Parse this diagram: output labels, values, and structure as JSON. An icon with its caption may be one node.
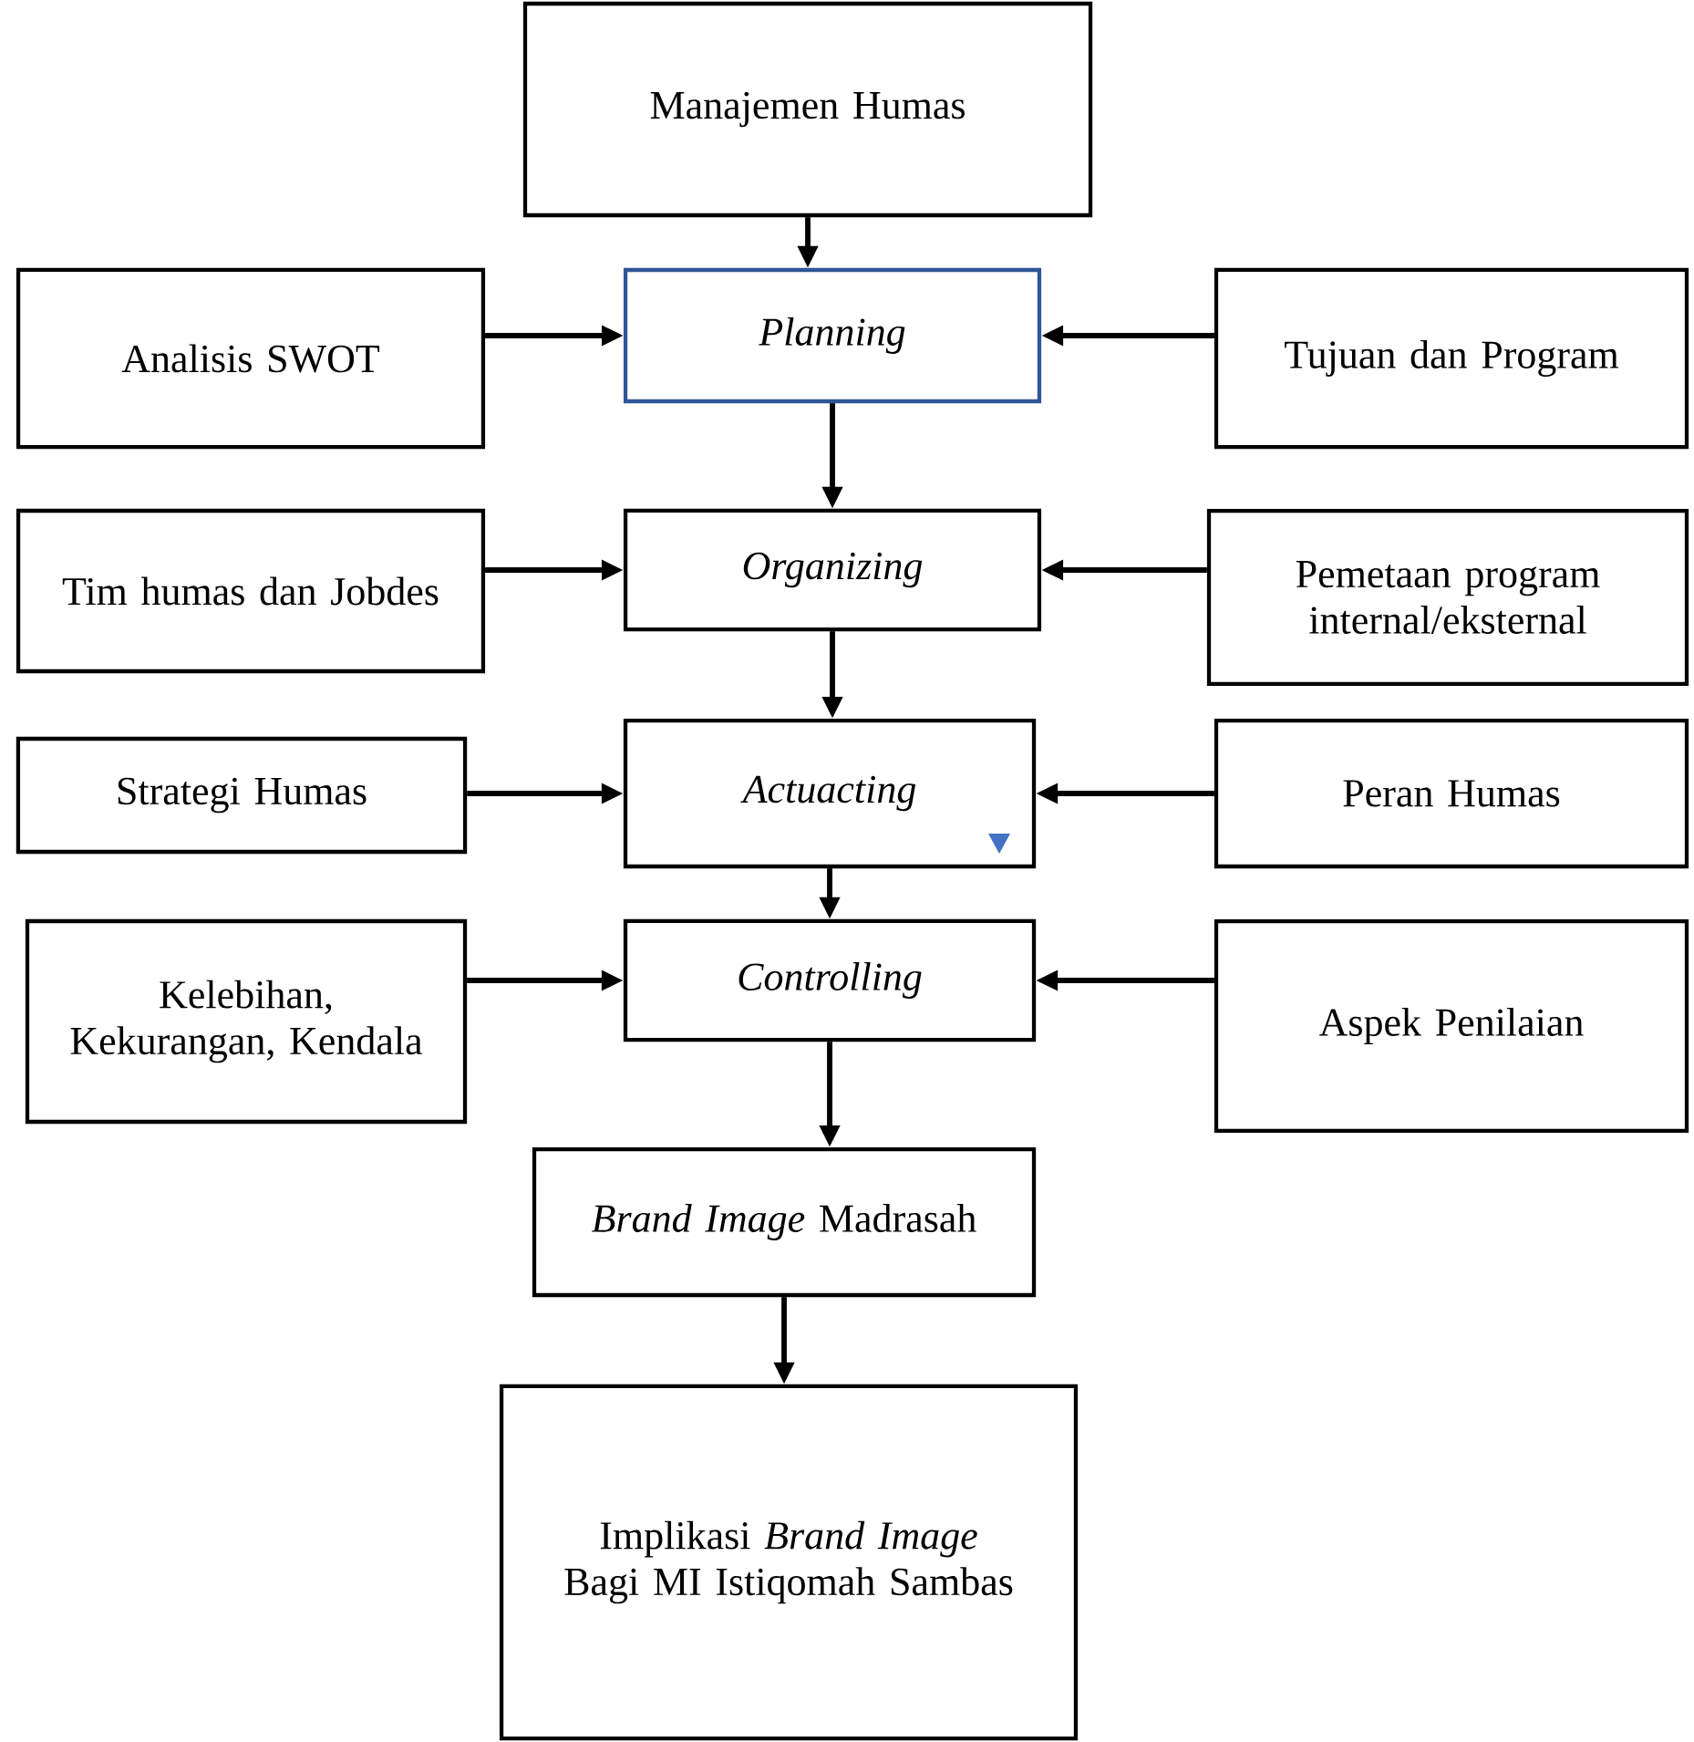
{
  "diagram": {
    "nodes": [
      {
        "text": [
          "Manajemen Humas"
        ]
      },
      {
        "text": [
          "Analisis SWOT"
        ]
      },
      {
        "text": [
          "Planning"
        ]
      },
      {
        "text": [
          "Tujuan dan Program"
        ]
      },
      {
        "text": [
          "Tim humas dan Jobdes"
        ]
      },
      {
        "text": [
          "Organizing"
        ]
      },
      {
        "text": [
          "Pemetaan program internal/eksternal"
        ]
      },
      {
        "text": [
          "Strategi Humas"
        ]
      },
      {
        "text": [
          "Actuacting"
        ]
      },
      {
        "text": [
          "Peran Humas"
        ]
      },
      {
        "text": [
          "Kelebihan, Kekurangan, Kendala"
        ]
      },
      {
        "text": [
          "Controlling"
        ]
      },
      {
        "text": [
          "Aspek Penilaian"
        ]
      },
      {
        "text": [
          "*Brand Image* Madrasah"
        ]
      },
      {
        "text": [
          "Implikasi *Brand Image* Bagi MI Istiqomah Sambas"
        ]
      }
    ],
    "edges": [
      {
        "from": 0,
        "to": 2,
        "arrow": "to"
      },
      {
        "from": 1,
        "to": 2,
        "arrow": "to"
      },
      {
        "from": 3,
        "to": 2,
        "arrow": "to"
      },
      {
        "from": 2,
        "to": 5,
        "arrow": "to"
      },
      {
        "from": 4,
        "to": 5,
        "arrow": "to"
      },
      {
        "from": 6,
        "to": 5,
        "arrow": "to"
      },
      {
        "from": 5,
        "to": 8,
        "arrow": "to"
      },
      {
        "from": 7,
        "to": 8,
        "arrow": "to"
      },
      {
        "from": 9,
        "to": 8,
        "arrow": "to"
      },
      {
        "from": 8,
        "to": 11,
        "arrow": "to"
      },
      {
        "from": 10,
        "to": 11,
        "arrow": "to"
      },
      {
        "from": 12,
        "to": 11,
        "arrow": "to"
      },
      {
        "from": 11,
        "to": 13,
        "arrow": "to"
      },
      {
        "from": 13,
        "to": 14,
        "arrow": "to"
      }
    ]
  }
}
